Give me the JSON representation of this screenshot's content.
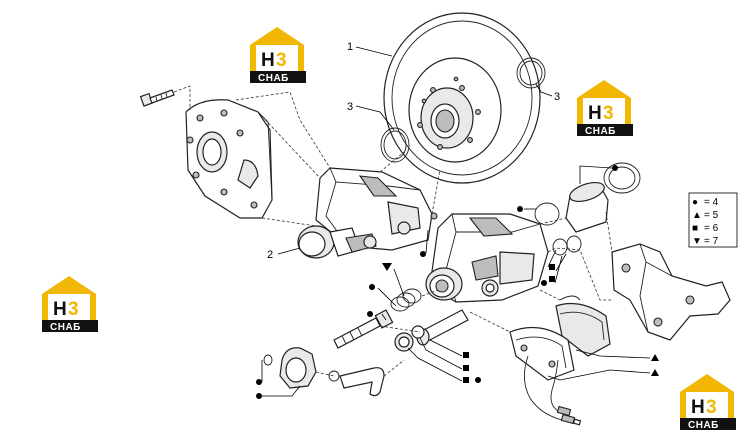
{
  "logos": [
    {
      "id": "logo-top-left",
      "letter": "H",
      "digit": "3",
      "sub": "СНАБ"
    },
    {
      "id": "logo-top-right",
      "letter": "H",
      "digit": "3",
      "sub": "СНАБ"
    },
    {
      "id": "logo-mid-left",
      "letter": "H",
      "digit": "3",
      "sub": "СНАБ"
    },
    {
      "id": "logo-bottom-right",
      "letter": "H",
      "digit": "3",
      "sub": "СНАБ"
    }
  ],
  "callouts": {
    "disc": "1",
    "caliper": "2",
    "ring_left": "3",
    "ring_right": "3"
  },
  "legend": [
    {
      "symbol": "●",
      "text": "= 4"
    },
    {
      "symbol": "▲",
      "text": "= 5"
    },
    {
      "symbol": "■",
      "text": "= 6"
    },
    {
      "symbol": "▼",
      "text": "= 7"
    }
  ]
}
